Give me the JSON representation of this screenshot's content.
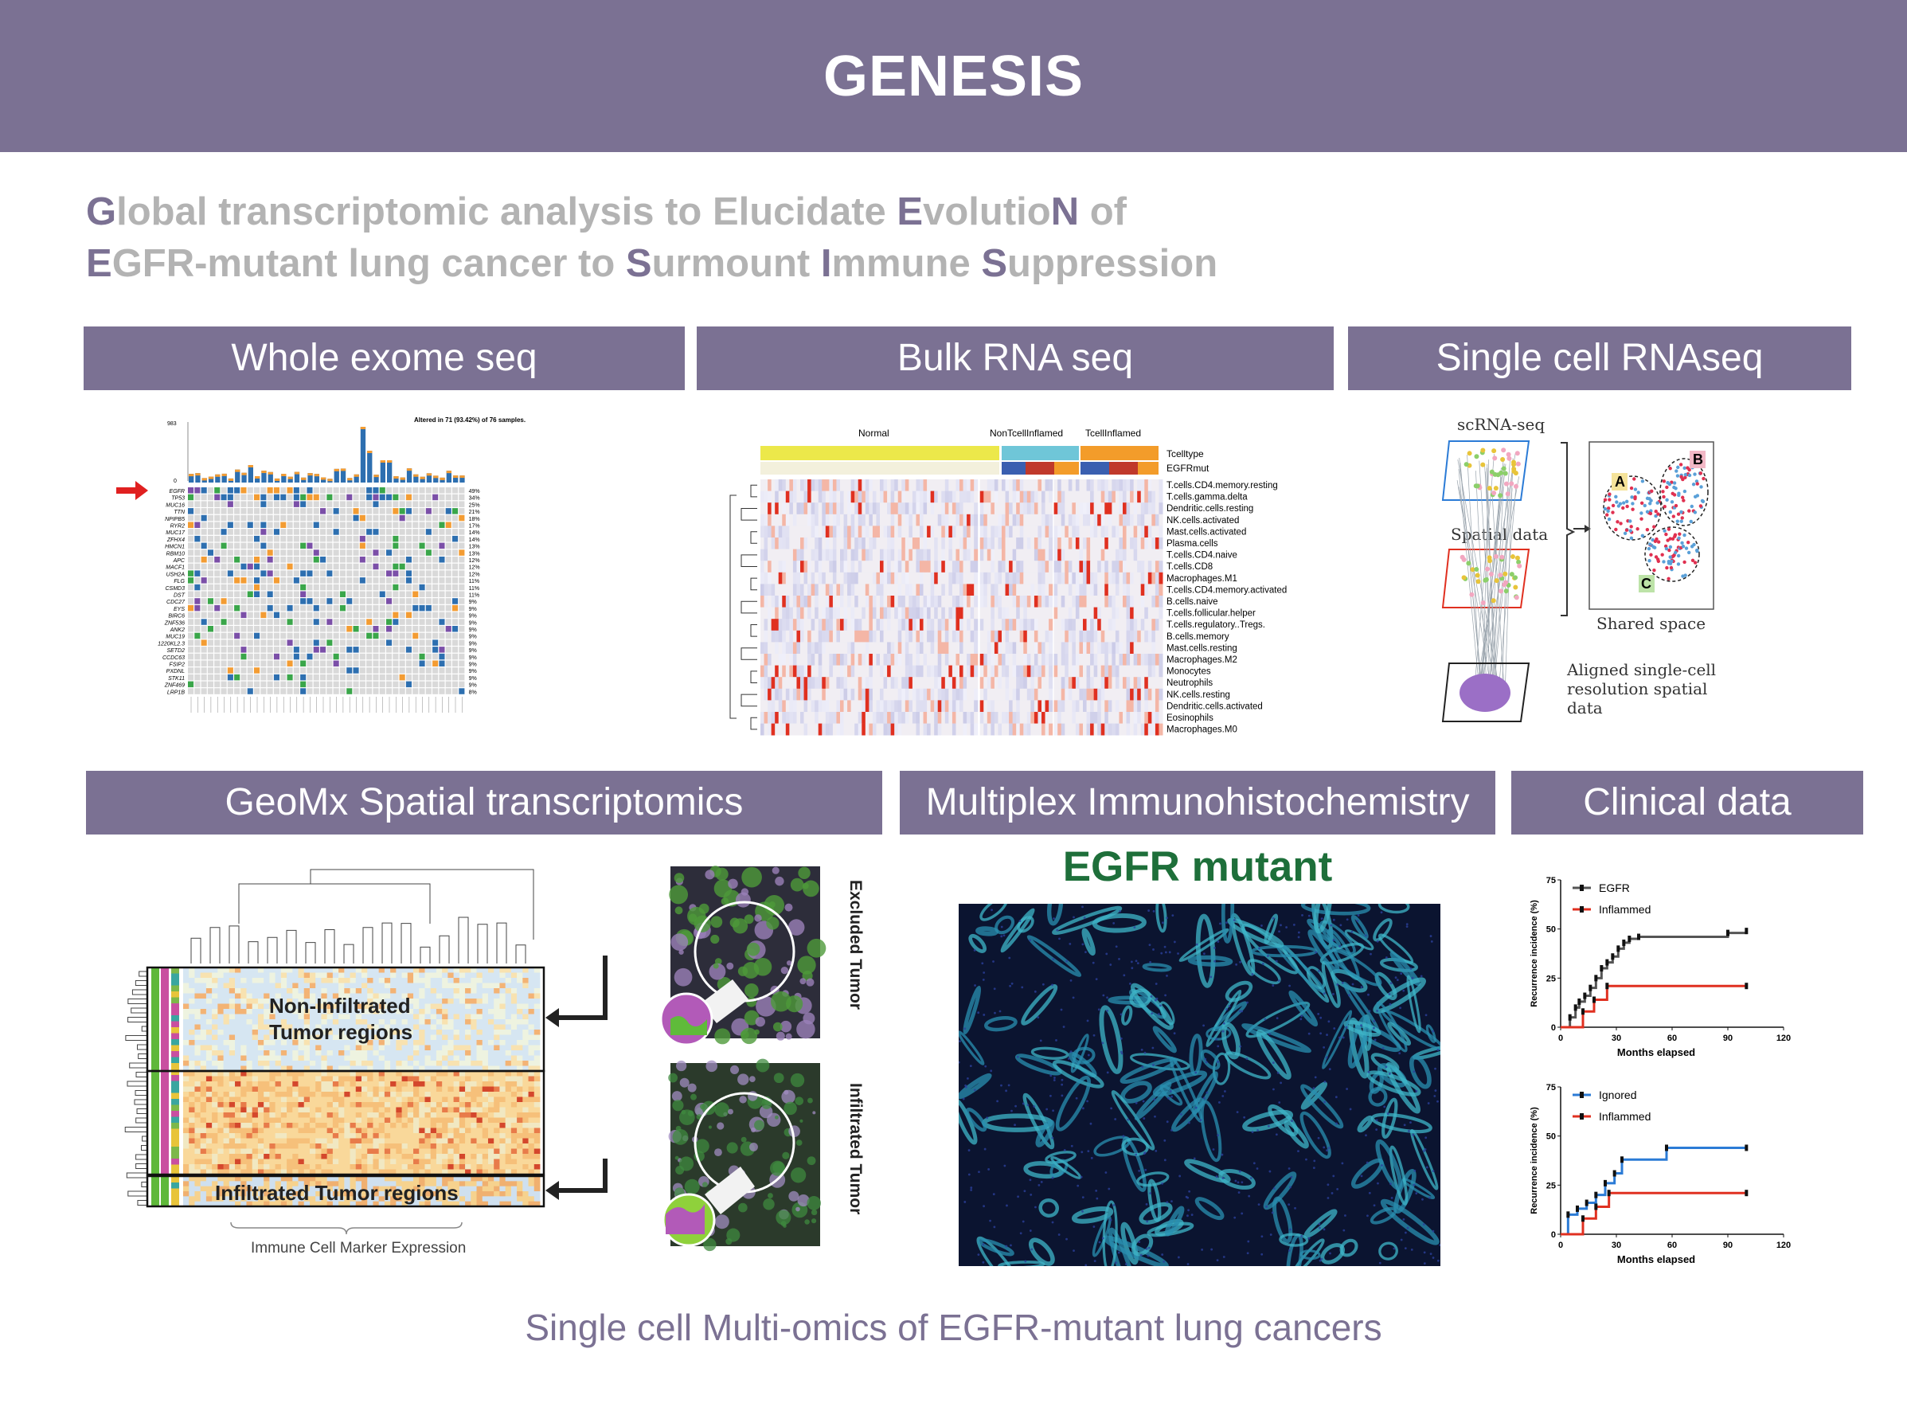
{
  "header": {
    "title": "GENESIS"
  },
  "subtitle": {
    "line1": [
      {
        "text": "G",
        "hl": true
      },
      {
        "text": "lobal transcriptomic analysis to Elucidate ",
        "hl": false
      },
      {
        "text": "E",
        "hl": true
      },
      {
        "text": "volutio",
        "hl": false
      },
      {
        "text": "N",
        "hl": true
      },
      {
        "text": " of",
        "hl": false
      }
    ],
    "line2": [
      {
        "text": "E",
        "hl": true
      },
      {
        "text": "GFR-mutant lung cancer to ",
        "hl": false
      },
      {
        "text": "S",
        "hl": true
      },
      {
        "text": "urmount ",
        "hl": false
      },
      {
        "text": "I",
        "hl": true
      },
      {
        "text": "mmune ",
        "hl": false
      },
      {
        "text": "S",
        "hl": true
      },
      {
        "text": "uppression",
        "hl": false
      }
    ]
  },
  "sections": {
    "wes": "Whole exome seq",
    "bulk": "Bulk RNA seq",
    "scrna": "Single cell RNAseq",
    "geomx": "GeoMx Spatial transcriptomics",
    "mihc": "Multiplex Immunohistochemistry",
    "clinical": "Clinical data"
  },
  "wes_panel": {
    "top_note": "Altered in 71 (93.42%) of 76 samples.",
    "ymax": "983",
    "ymin": "0",
    "genes": [
      "EGFR",
      "TP53",
      "MUC16",
      "TTN",
      "NPIPB5",
      "RYR2",
      "MUC17",
      "ZFHX4",
      "HMCN1",
      "RBM10",
      "APC",
      "MACF1",
      "USH2A",
      "FLG",
      "CSMD3",
      "DST",
      "CDC27",
      "EYS",
      "BIRC6",
      "ZNF536",
      "ANK2",
      "MUC19",
      "1220KL2.3",
      "SETD2",
      "CCDC63",
      "FSIP2",
      "PXDNL",
      "STK11",
      "ZNF469",
      "LRP1B"
    ],
    "percents": [
      "49%",
      "34%",
      "25%",
      "21%",
      "18%",
      "17%",
      "14%",
      "14%",
      "13%",
      "13%",
      "12%",
      "12%",
      "12%",
      "11%",
      "11%",
      "11%",
      "9%",
      "9%",
      "9%",
      "9%",
      "9%",
      "9%",
      "9%",
      "9%",
      "9%",
      "9%",
      "9%",
      "9%",
      "9%",
      "8%"
    ]
  },
  "bulk_panel": {
    "groups": [
      "Normal",
      "NonTcellInflamed",
      "TcellInflamed"
    ],
    "annotations": [
      "Tcelltype",
      "EGFRmut"
    ],
    "rows": [
      "T.cells.CD4.memory.resting",
      "T.cells.gamma.delta",
      "T.cells.CD4.memory.resting_",
      "NK.cells.activated",
      "Mast.cells.activated",
      "Plasma.cells",
      "T.cells.CD4.naive",
      "T.cells.CD8",
      "Macrophages.M1",
      "T.cells.CD4.memory.activated",
      "B.cells.naive",
      "T.cells.follicular.helper",
      "T.cells.regulatory..Tregs.",
      "B.cells.memory",
      "Mast.cells.resting",
      "Macrophages.M2",
      "Monocytes",
      "Neutrophils",
      "NK.cells.resting",
      "Dendritic.cells.activated",
      "Eosinophils",
      "Macrophages.M0"
    ],
    "row_labels": [
      "T.cells.CD4.memory.resting",
      "T.cells.gamma.delta",
      "Dendritic.cells.resting",
      "NK.cells.activated",
      "Mast.cells.activated",
      "Plasma.cells",
      "T.cells.CD4.naive",
      "T.cells.CD8",
      "Macrophages.M1",
      "T.cells.CD4.memory.activated",
      "B.cells.naive",
      "T.cells.follicular.helper",
      "T.cells.regulatory..Tregs.",
      "B.cells.memory",
      "Mast.cells.resting",
      "Macrophages.M2",
      "Monocytes",
      "Neutrophils",
      "NK.cells.resting",
      "Dendritic.cells.activated",
      "Eosinophils",
      "Macrophages.M0"
    ]
  },
  "sc_panel": {
    "scrna": "scRNA-seq",
    "spatial": "Spatial data",
    "shared": "Shared space",
    "aligned": [
      "Aligned single-cell",
      "resolution spatial",
      "data"
    ],
    "clusters": [
      "A",
      "B",
      "C"
    ]
  },
  "geomx_panel": {
    "region1": [
      "Non-Infiltrated",
      "Tumor regions"
    ],
    "region2": "Infiltrated Tumor regions",
    "xlabel": "Immune Cell Marker Expression",
    "img1_label": "Excluded Tumor",
    "img2_label": "Infiltrated Tumor"
  },
  "mihc_panel": {
    "label": "EGFR mutant"
  },
  "clinical_panel": {
    "ylabel": "Recurrence incidence (%)",
    "xlabel": "Months elapsed",
    "charts": [
      {
        "legend": [
          "EGFR",
          "Inflammed"
        ]
      },
      {
        "legend": [
          "Ignored",
          "Inflammed"
        ]
      }
    ]
  },
  "chart_data": [
    {
      "type": "line",
      "title": "",
      "xlabel": "Months elapsed",
      "ylabel": "Recurrence incidence (%)",
      "xlim": [
        0,
        120
      ],
      "ylim": [
        0,
        75
      ],
      "xticks": [
        "0",
        "30",
        "60",
        "90",
        "120"
      ],
      "yticks": [
        "0",
        "25",
        "50",
        "75"
      ],
      "series": [
        {
          "name": "EGFR",
          "color": "#555555",
          "x": [
            0,
            5,
            8,
            10,
            13,
            16,
            19,
            22,
            25,
            28,
            31,
            34,
            37,
            42,
            90,
            100
          ],
          "y": [
            0,
            5,
            10,
            13,
            16,
            20,
            25,
            30,
            33,
            36,
            40,
            43,
            45,
            46,
            48,
            49
          ]
        },
        {
          "name": "Inflammed",
          "color": "#e03020",
          "x": [
            0,
            12,
            18,
            25,
            100
          ],
          "y": [
            0,
            8,
            14,
            21,
            21
          ]
        }
      ]
    },
    {
      "type": "line",
      "title": "",
      "xlabel": "Months elapsed",
      "ylabel": "Recurrence incidence (%)",
      "xlim": [
        0,
        120
      ],
      "ylim": [
        0,
        75
      ],
      "xticks": [
        "0",
        "30",
        "60",
        "90",
        "120"
      ],
      "yticks": [
        "0",
        "25",
        "50",
        "75"
      ],
      "series": [
        {
          "name": "Ignored",
          "color": "#2b7bd6",
          "x": [
            0,
            4,
            9,
            14,
            19,
            24,
            29,
            33,
            57,
            100
          ],
          "y": [
            0,
            10,
            13,
            16,
            20,
            26,
            31,
            38,
            44,
            44
          ]
        },
        {
          "name": "Inflammed",
          "color": "#e03020",
          "x": [
            0,
            12,
            19,
            26,
            100
          ],
          "y": [
            0,
            8,
            14,
            21,
            21
          ]
        }
      ]
    }
  ],
  "footer": {
    "text": "Single cell Multi-omics of EGFR-mutant lung cancers"
  },
  "colors": {
    "accent": "#7b7193",
    "subtitle_gray": "#b3b3b3",
    "heat_red": "#e03020",
    "heat_blue": "#3a6fb0"
  }
}
